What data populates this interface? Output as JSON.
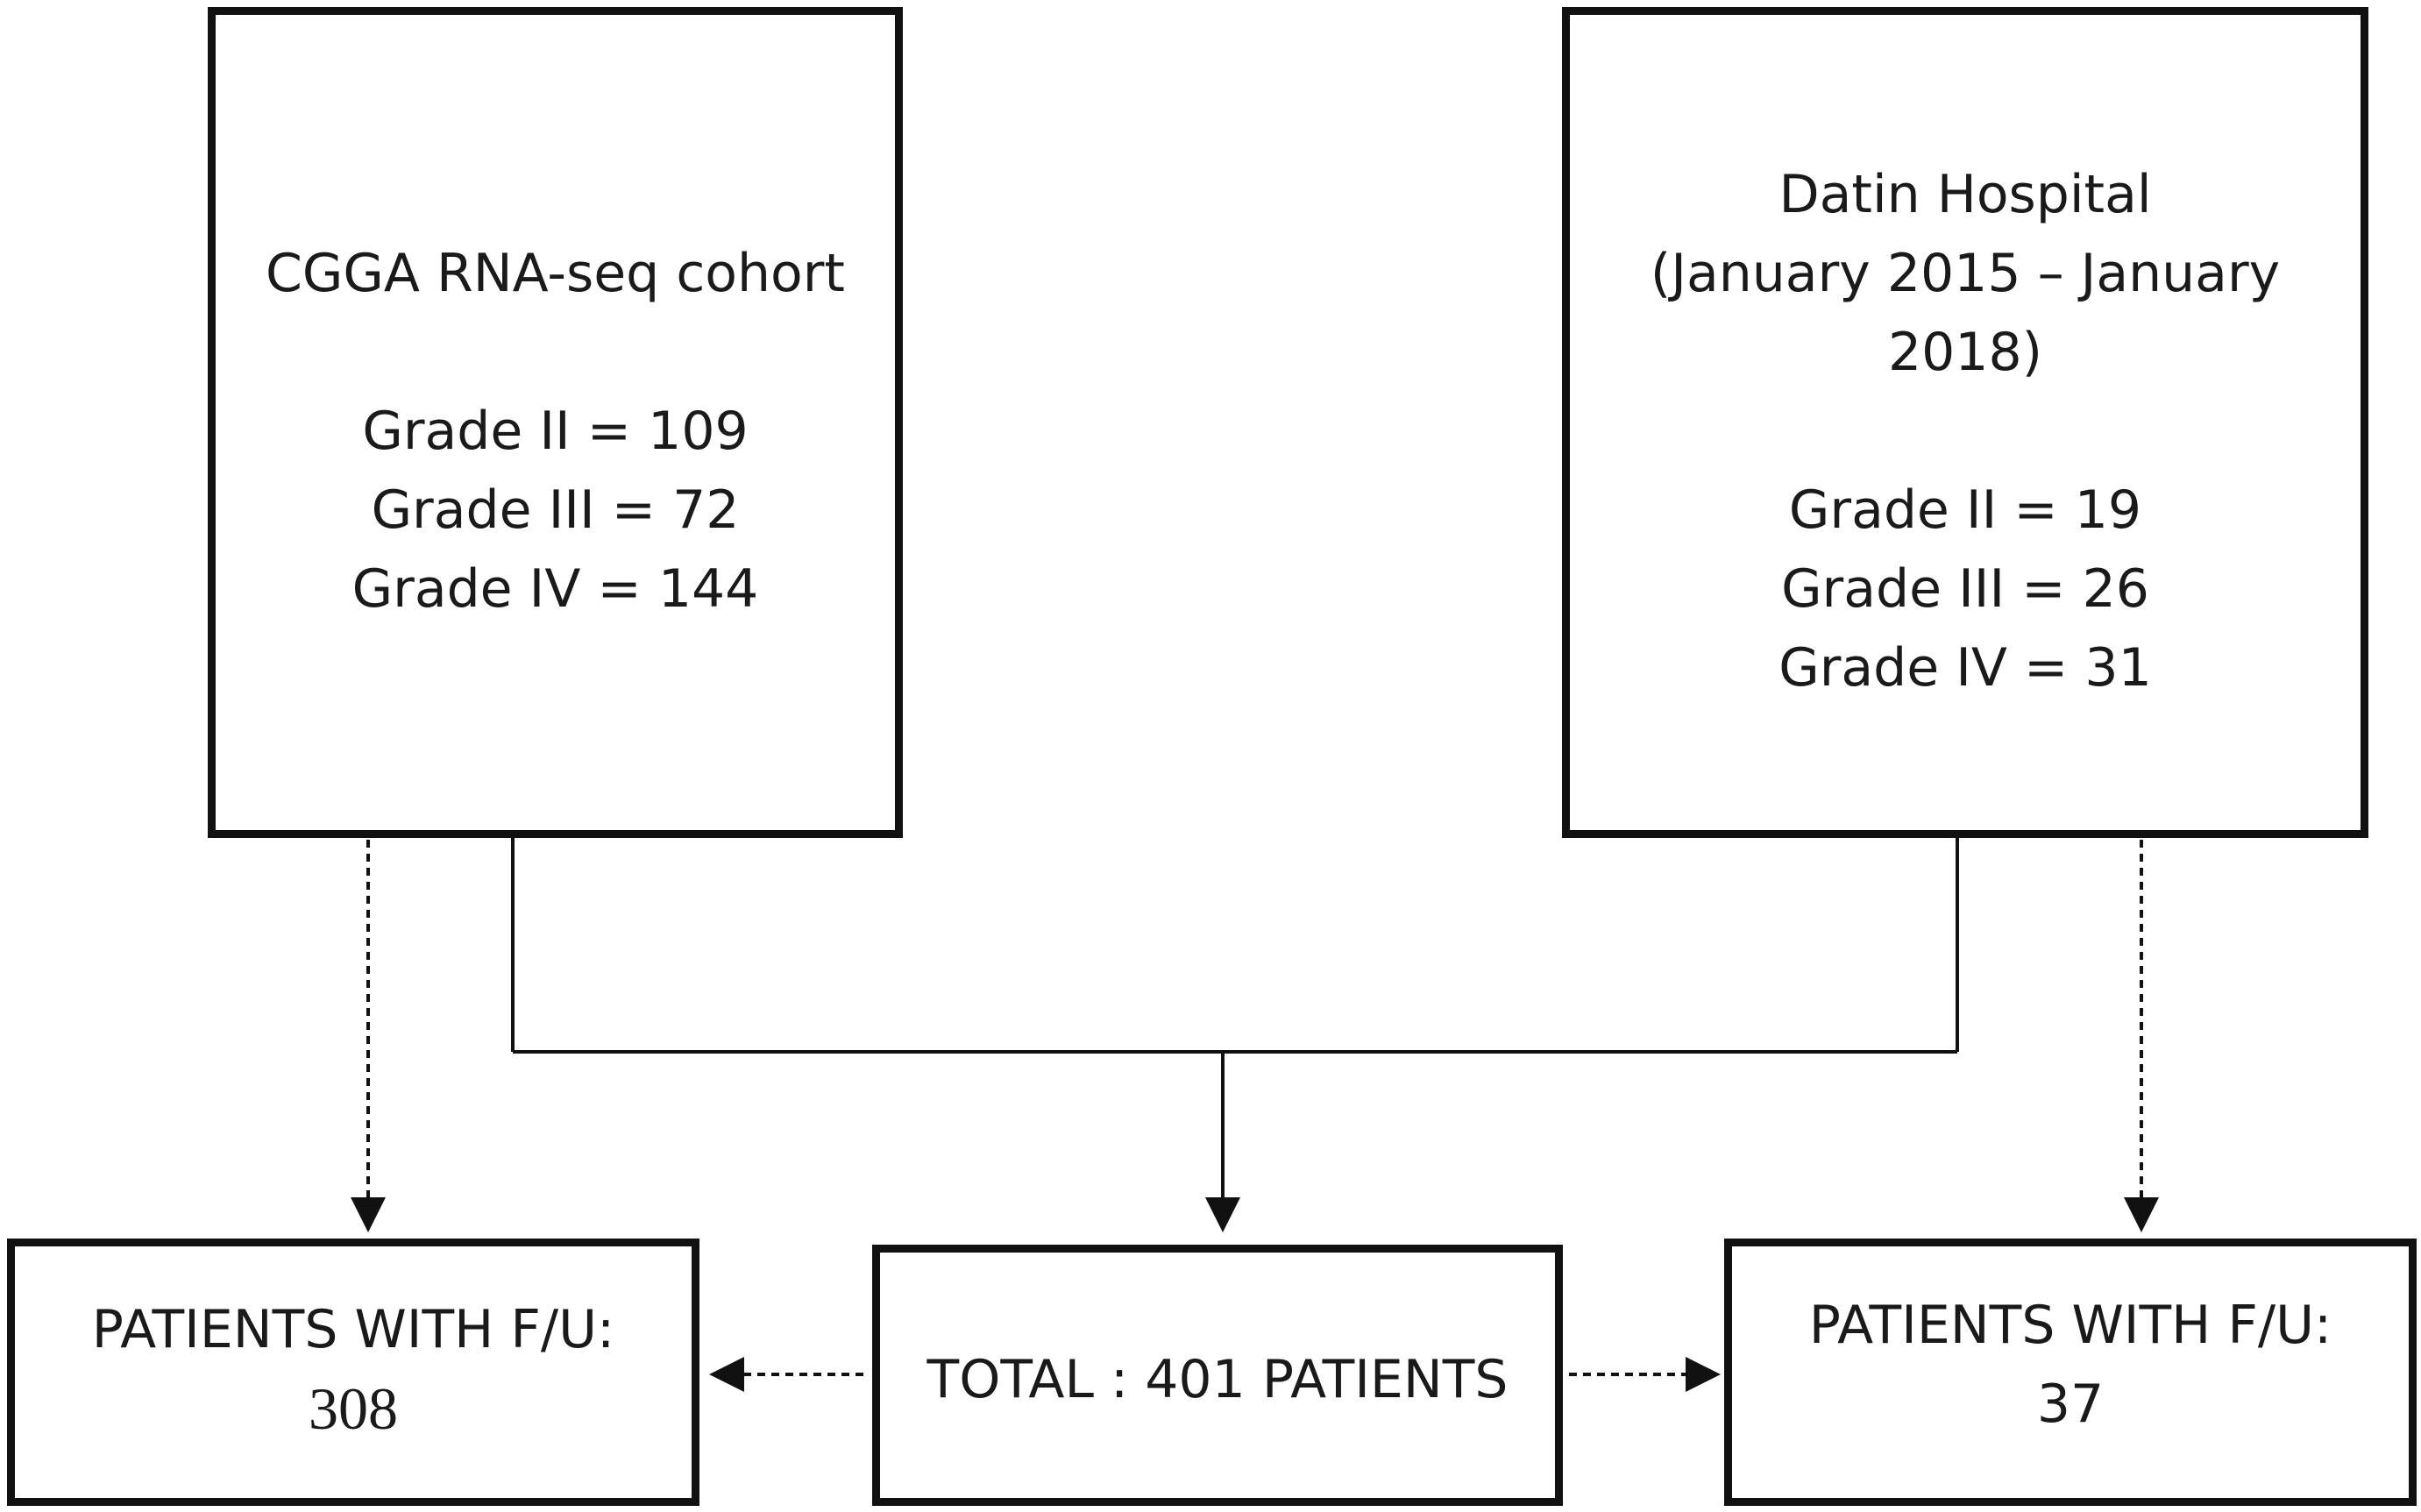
{
  "cgga_box": {
    "title": "CGGA RNA-seq cohort",
    "grades": [
      "Grade II = 109",
      "Grade  III = 72",
      "Grade  IV = 144"
    ]
  },
  "datin_box": {
    "title_lines": [
      "Datin Hospital",
      "(January 2015 – January",
      "2018)"
    ],
    "grades": [
      "Grade II = 19",
      "Grade III = 26",
      "Grade IV = 31"
    ]
  },
  "left_fu_box": {
    "label": "PATIENTS WITH F/U:",
    "value": "308"
  },
  "total_box": {
    "label": "TOTAL : 401 PATIENTS"
  },
  "right_fu_box": {
    "label": "PATIENTS WITH F/U:",
    "value": "37"
  }
}
